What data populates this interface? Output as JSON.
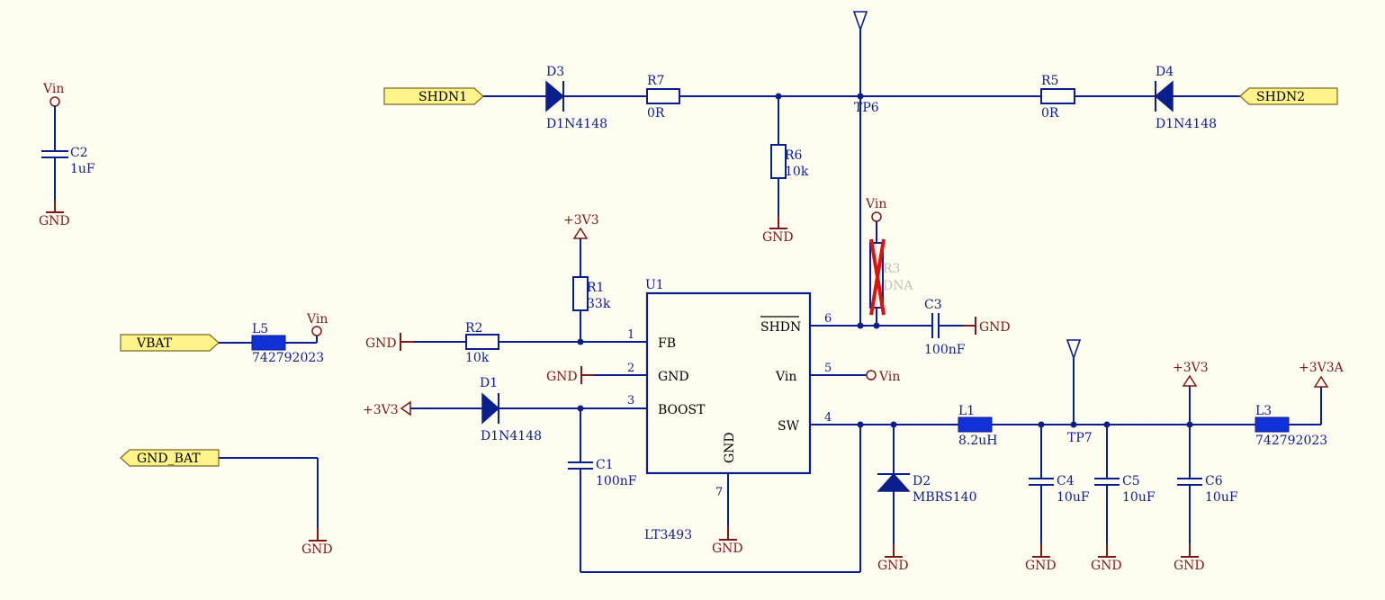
{
  "nets": {
    "shdn1": "SHDN1",
    "shdn2": "SHDN2",
    "vbat": "VBAT",
    "gnd_bat": "GND_BAT",
    "gnd": "GND",
    "vin": "Vin",
    "p3v3": "+3V3",
    "p3v3a": "+3V3A"
  },
  "components": {
    "u1": {
      "ref": "U1",
      "value": "LT3493"
    },
    "d1": {
      "ref": "D1",
      "value": "D1N4148"
    },
    "d2": {
      "ref": "D2",
      "value": "MBRS140"
    },
    "d3": {
      "ref": "D3",
      "value": "D1N4148"
    },
    "d4": {
      "ref": "D4",
      "value": "D1N4148"
    },
    "r1": {
      "ref": "R1",
      "value": "33k"
    },
    "r2": {
      "ref": "R2",
      "value": "10k"
    },
    "r3": {
      "ref": "R3",
      "value": "DNA"
    },
    "r5": {
      "ref": "R5",
      "value": "0R"
    },
    "r6": {
      "ref": "R6",
      "value": "10k"
    },
    "r7": {
      "ref": "R7",
      "value": "0R"
    },
    "c1": {
      "ref": "C1",
      "value": "100nF"
    },
    "c2": {
      "ref": "C2",
      "value": "1uF"
    },
    "c3": {
      "ref": "C3",
      "value": "100nF"
    },
    "c4": {
      "ref": "C4",
      "value": "10uF"
    },
    "c5": {
      "ref": "C5",
      "value": "10uF"
    },
    "c6": {
      "ref": "C6",
      "value": "10uF"
    },
    "l1": {
      "ref": "L1",
      "value": "8.2uH"
    },
    "l3": {
      "ref": "L3",
      "value": "742792023"
    },
    "l5": {
      "ref": "L5",
      "value": "742792023"
    },
    "tp6": {
      "ref": "TP6"
    },
    "tp7": {
      "ref": "TP7"
    }
  },
  "u1_pins": {
    "fb": {
      "num": "1",
      "name": "FB"
    },
    "gnd": {
      "num": "2",
      "name": "GND"
    },
    "boost": {
      "num": "3",
      "name": "BOOST"
    },
    "sw": {
      "num": "4",
      "name": "SW"
    },
    "vin": {
      "num": "5",
      "name": "Vin"
    },
    "shdn": {
      "num": "6",
      "name": "SHDN"
    },
    "gnd_bottom": {
      "num": "7",
      "name": "GND"
    }
  },
  "colors": {
    "background": "#FFFDF0",
    "wire": "#0A1E8C",
    "power": "#7A1A1A",
    "port_fill": "#FFF38A",
    "dna_cross": "#E01010"
  }
}
